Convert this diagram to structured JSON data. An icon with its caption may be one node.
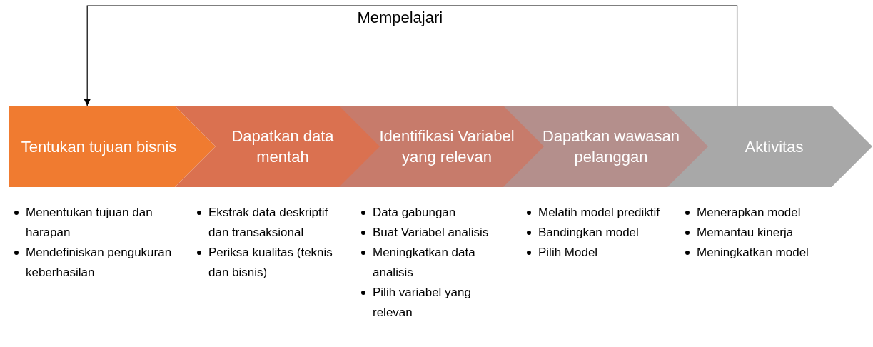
{
  "diagram": {
    "nodes": [
      {
        "text": [
          "Tentukan tujuan bisnis"
        ],
        "beside": [
          "Menentukan tujuan dan harapan",
          "Mendefiniskan pengukuran keberhasilan"
        ]
      },
      {
        "text": [
          "Dapatkan data mentah"
        ],
        "beside": [
          "Ekstrak data deskriptif dan transaksional",
          "Periksa kualitas (teknis dan bisnis)"
        ]
      },
      {
        "text": [
          "Identifikasi Variabel yang relevan"
        ],
        "beside": [
          "Data gabungan",
          "Buat Variabel analisis",
          "Meningkatkan data analisis",
          "Pilih variabel yang relevan"
        ]
      },
      {
        "text": [
          "Dapatkan wawasan pelanggan"
        ],
        "beside": [
          "Melatih model prediktif",
          "Bandingkan model",
          "Pilih Model"
        ]
      },
      {
        "text": [
          "Aktivitas"
        ],
        "beside": [
          "Menerapkan model",
          "Memantau kinerja",
          "Meningkatkan model"
        ]
      }
    ],
    "edges": [
      {
        "from": 4,
        "to": 0,
        "arrow": "to",
        "label": "Mempelajari"
      }
    ]
  }
}
